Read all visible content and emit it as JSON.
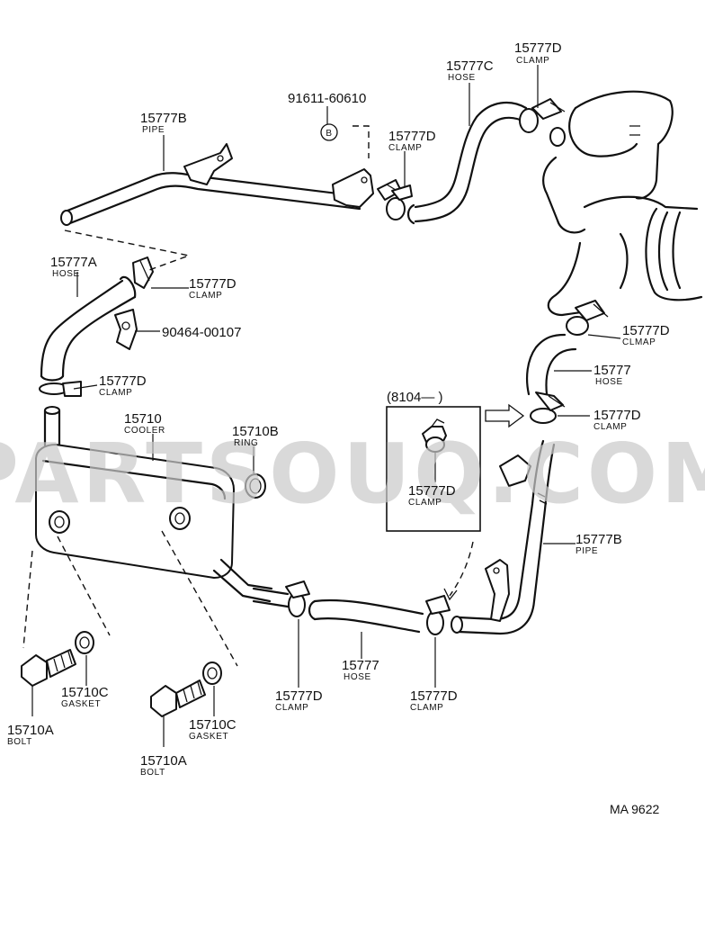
{
  "watermark": "PARTSOUQ.COM",
  "drawing_code": "MA 9622",
  "inset_label": "(8104—          )",
  "circled_ref": "B",
  "callouts": {
    "clamp_top_right": {
      "number": "15777D",
      "name": "CLAMP"
    },
    "hose_c": {
      "number": "15777C",
      "name": "HOSE"
    },
    "bolt_ref": {
      "number": "91611-60610"
    },
    "pipe_b_top": {
      "number": "15777B",
      "name": "PIPE"
    },
    "clamp_mid_top": {
      "number": "15777D",
      "name": "CLAMP"
    },
    "hose_a": {
      "number": "15777A",
      "name": "HOSE"
    },
    "clamp_hose_a_top": {
      "number": "15777D",
      "name": "CLAMP"
    },
    "bracket_ref": {
      "number": "90464-00107"
    },
    "clamp_hose_a_bottom": {
      "number": "15777D",
      "name": "CLAMP"
    },
    "cooler": {
      "number": "15710",
      "name": "COOLER"
    },
    "ring": {
      "number": "15710B",
      "name": "RING"
    },
    "clamp_right_clmap": {
      "number": "15777D",
      "name": "CLMAP"
    },
    "hose_right": {
      "number": "15777",
      "name": "HOSE"
    },
    "clamp_right_lower": {
      "number": "15777D",
      "name": "CLAMP"
    },
    "clamp_inset": {
      "number": "15777D",
      "name": "CLAMP"
    },
    "pipe_b_right": {
      "number": "15777B",
      "name": "PIPE"
    },
    "hose_bottom": {
      "number": "15777",
      "name": "HOSE"
    },
    "clamp_bottom_left": {
      "number": "15777D",
      "name": "CLAMP"
    },
    "clamp_bottom_right": {
      "number": "15777D",
      "name": "CLAMP"
    },
    "gasket_left": {
      "number": "15710C",
      "name": "GASKET"
    },
    "bolt_left": {
      "number": "15710A",
      "name": "BOLT"
    },
    "gasket_right": {
      "number": "15710C",
      "name": "GASKET"
    },
    "bolt_right": {
      "number": "15710A",
      "name": "BOLT"
    }
  }
}
